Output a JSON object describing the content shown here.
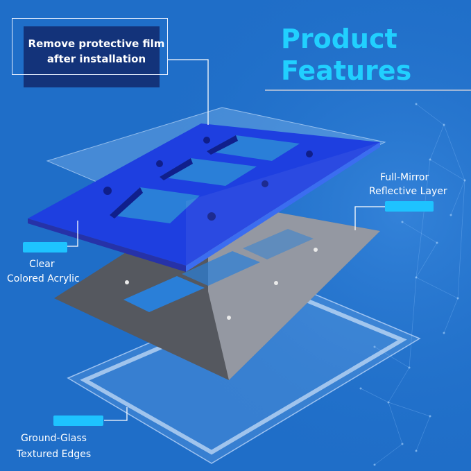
{
  "callout": {
    "line1": "Remove protective film",
    "line2": "after installation"
  },
  "title": {
    "line1": "Product",
    "line2": "Features"
  },
  "labels": {
    "mirror_line1": "Full-Mirror",
    "mirror_line2": "Reflective Layer",
    "acrylic_line1": "Clear",
    "acrylic_line2": "Colored Acrylic",
    "glass_line1": "Ground-Glass",
    "glass_line2": "Textured Edges"
  },
  "colors": {
    "background": "#1f6ec8",
    "accent": "#21d0ff",
    "acrylic_plate": "#1e3fe0",
    "mirror_plate": "#525a66",
    "callout_box": "#13337a"
  }
}
